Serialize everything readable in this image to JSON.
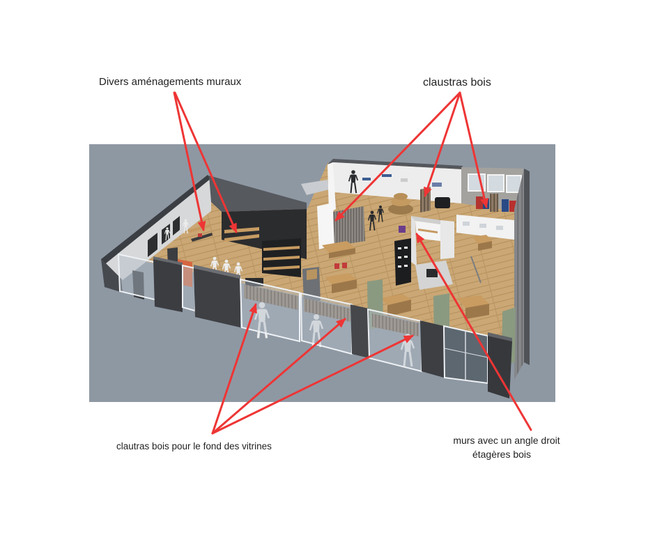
{
  "labels": {
    "wall_fixtures": "Divers aménagements muraux",
    "wood_screens": "claustras bois",
    "window_backdrops": "clautras bois pour le fond des vitrines",
    "right_angle_walls": "murs avec un angle droit",
    "wood_shelves": "étagères bois"
  },
  "colors": {
    "arrow": "#ee3535",
    "label_text": "#222222",
    "render_background": "#8e98a3",
    "wood_floor": "#caa774",
    "green_columns": "#8a9a80"
  }
}
